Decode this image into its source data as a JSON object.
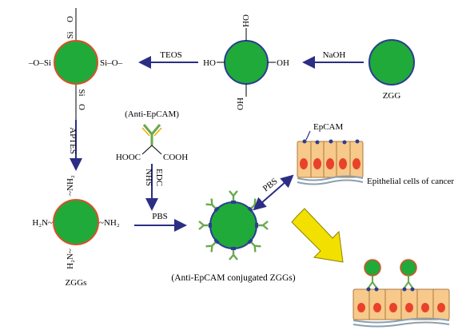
{
  "labels": {
    "teos": "TEOS",
    "naoh": "NaOH",
    "zgg": "ZGG",
    "aptes": "APTES",
    "anti_epcam": "(Anti-EpCAM)",
    "hooc": "HOOC",
    "cooh": "COOH",
    "nhs": "NHS",
    "edc": "EDC",
    "pbs_main": "PBS",
    "pbs_diag": "PBS",
    "epcam": "EpCAM",
    "epithelial": "Epithelial cells of cancer",
    "conjugated": "(Anti-EpCAM conjugated ZGGs)",
    "zggs": "ZGGs",
    "si_top": "Si",
    "o_top": "O",
    "si_left": "–O–Si",
    "si_right": "Si–O–",
    "si_bottom": "Si",
    "o_bottom": "O",
    "oh_top": "OH",
    "oh_left": "HO",
    "oh_right": "OH",
    "oh_bottom": "OH",
    "nh2_top": "~NH₂",
    "nh2_left": "H₂N~",
    "nh2_right": "~NH₂",
    "nh2_bottom": "H₂N~"
  },
  "colors": {
    "particle_fill": "#1faa3a",
    "particle_stroke_red": "#d9502a",
    "particle_stroke_blue": "#2b3d8f",
    "arrow": "#2b2e83",
    "antibody": "#6aa84f",
    "big_arrow": "#f2e000",
    "cell_fill": "#f7c98b",
    "nucleus": "#e8422a"
  }
}
